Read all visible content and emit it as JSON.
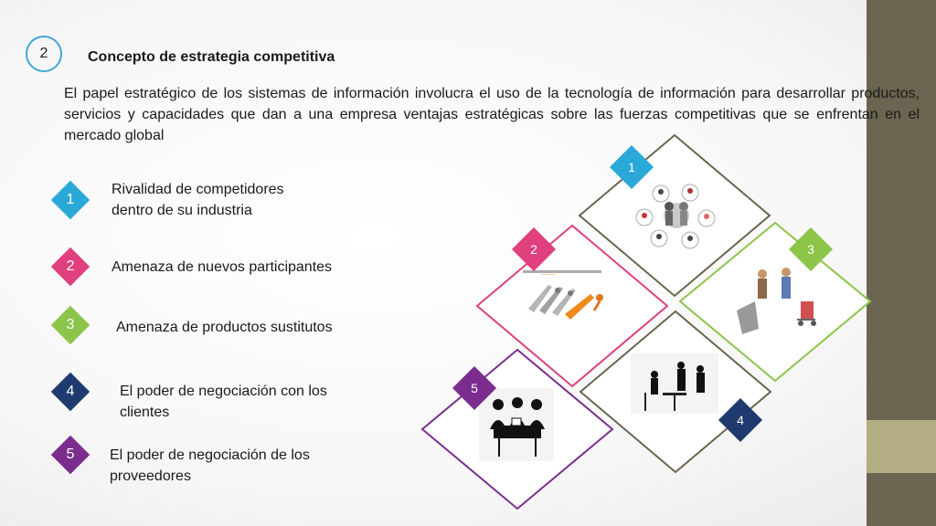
{
  "slide": {
    "number": "2",
    "title": "Concepto de estrategia competitiva",
    "paragraph": "El papel estratégico de los sistemas de información involucra el uso de la tecnología de información para desarrollar productos, servicios y capacidades que dan a una empresa ventajas estratégicas sobre las fuerzas competitivas que se enfrentan en el mercado global"
  },
  "forces": [
    {
      "num": "1",
      "label_line1": "Rivalidad de competidores",
      "label_line2": "dentro de su industria",
      "color": "#2aa9d8"
    },
    {
      "num": "2",
      "label_line1": "Amenaza de nuevos participantes",
      "label_line2": "",
      "color": "#e0407d"
    },
    {
      "num": "3",
      "label_line1": "Amenaza de productos sustitutos",
      "label_line2": "",
      "color": "#8dc44a"
    },
    {
      "num": "4",
      "label_line1": "El poder de negociación con los",
      "label_line2": "clientes",
      "color": "#1f3a6e"
    },
    {
      "num": "5",
      "label_line1": "El poder de negociación de los",
      "label_line2": "proveedores",
      "color": "#7b2d8e"
    }
  ],
  "diagram": {
    "badges": [
      {
        "num": "1",
        "color": "#2aa9d8"
      },
      {
        "num": "2",
        "color": "#e0407d"
      },
      {
        "num": "3",
        "color": "#8dc44a"
      },
      {
        "num": "4",
        "color": "#1f3a6e"
      },
      {
        "num": "5",
        "color": "#7b2d8e"
      }
    ],
    "frame_colors": {
      "d1": "#6b6450",
      "d2": "#e0407d",
      "d3": "#8dc44a",
      "d4": "#6b6450",
      "d5": "#7b2d8e"
    }
  },
  "images": {
    "img1": "people-network-icon",
    "img2": "runner-race-icon",
    "img3": "trade-handshake-icon",
    "img4": "business-meeting-icon",
    "img5": "team-table-icon"
  }
}
